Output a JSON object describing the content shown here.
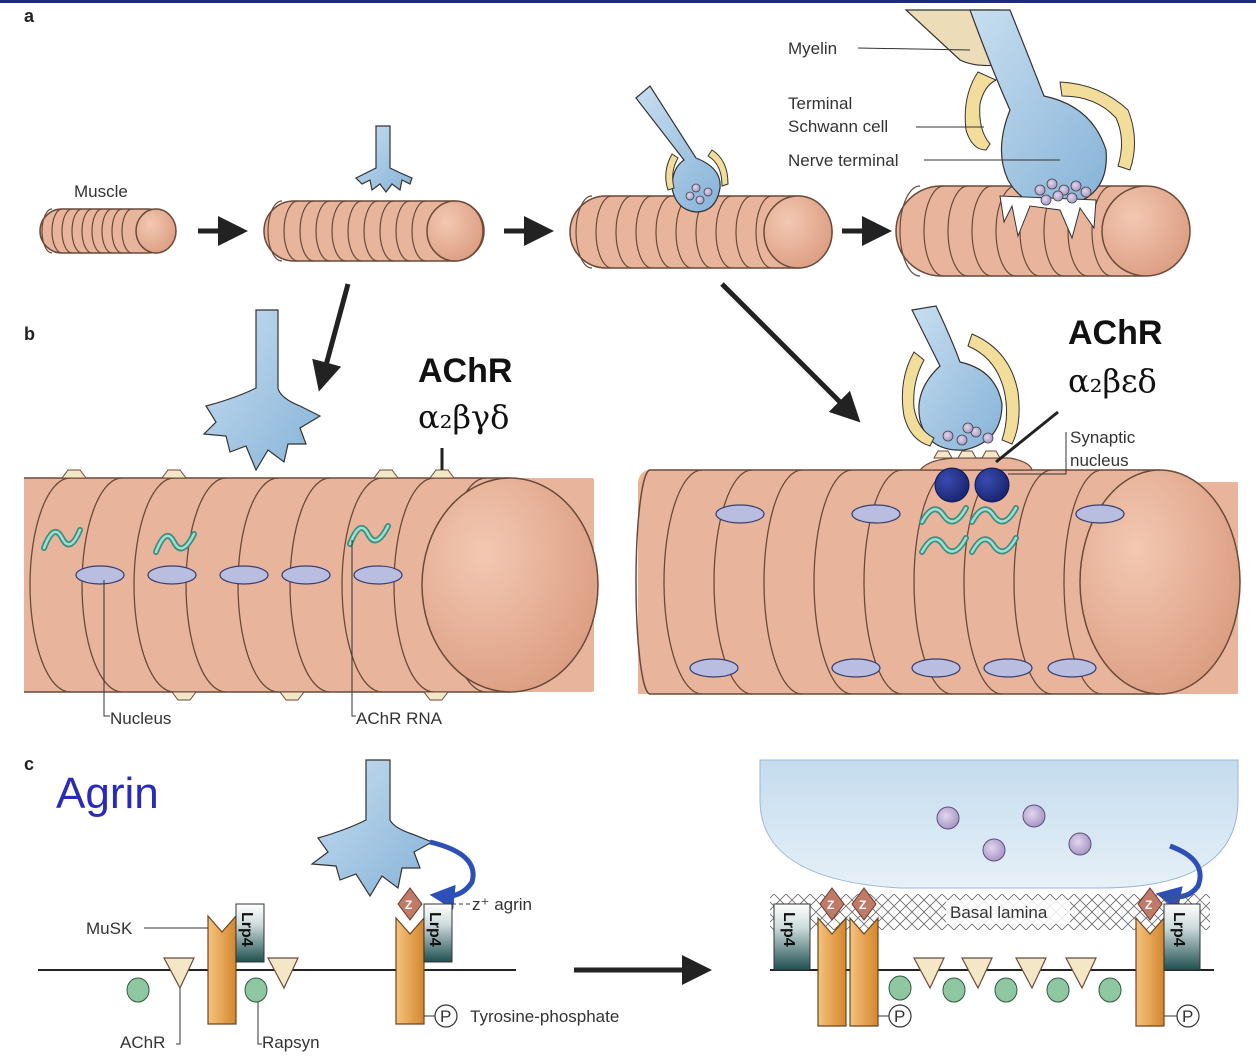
{
  "panels": {
    "a": "a",
    "b": "b",
    "c": "c"
  },
  "panel_a": {
    "muscle": "Muscle",
    "myelin": "Myelin",
    "terminal_schwann_1": "Terminal",
    "terminal_schwann_2": "Schwann cell",
    "nerve_terminal": "Nerve terminal"
  },
  "panel_b": {
    "achr_left_title": "AChR",
    "achr_left_subunits": "α₂βγδ",
    "achr_right_title": "AChR",
    "achr_right_subunits": "α₂βεδ",
    "synaptic_1": "Synaptic",
    "synaptic_2": "nucleus",
    "nucleus": "Nucleus",
    "achr_rna": "AChR RNA"
  },
  "panel_c": {
    "agrin_title": "Agrin",
    "musk": "MuSK",
    "lrp4": "Lrp4",
    "z": "Z",
    "zagrin": "z⁺ agrin",
    "tyrosine": "Tyrosine-phosphate",
    "p": "P",
    "achr": "AChR",
    "rapsyn": "Rapsyn",
    "basal": "Basal lamina"
  },
  "colors": {
    "muscle": "#e8b59c",
    "muscle_edge": "#6b4a3a",
    "nerve": "#a9cbe6",
    "schwann": "#f3dd9a",
    "nucleus": "#b9bde0",
    "synaptic_nucleus": "#1e2d84",
    "rna": "#5fb2a4",
    "receptor": "#e9a54c",
    "lrp4": "#1f4f50",
    "z_domain": "#c07a68",
    "agrin_text": "#2a2ab8",
    "header": "#1c2a7a"
  }
}
